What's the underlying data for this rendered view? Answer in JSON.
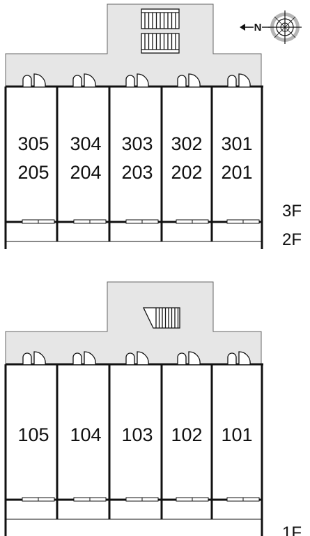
{
  "compass": {
    "label": "N"
  },
  "upper_plan": {
    "floors": [
      "3F",
      "2F"
    ],
    "units_upper": [
      "305",
      "304",
      "303",
      "302",
      "301"
    ],
    "units_lower": [
      "205",
      "204",
      "203",
      "202",
      "201"
    ]
  },
  "lower_plan": {
    "floors": [
      "1F"
    ],
    "units": [
      "105",
      "104",
      "103",
      "102",
      "101"
    ]
  },
  "colors": {
    "walkway": "#e6e6e6",
    "wall": "#111111",
    "background": "#ffffff"
  }
}
